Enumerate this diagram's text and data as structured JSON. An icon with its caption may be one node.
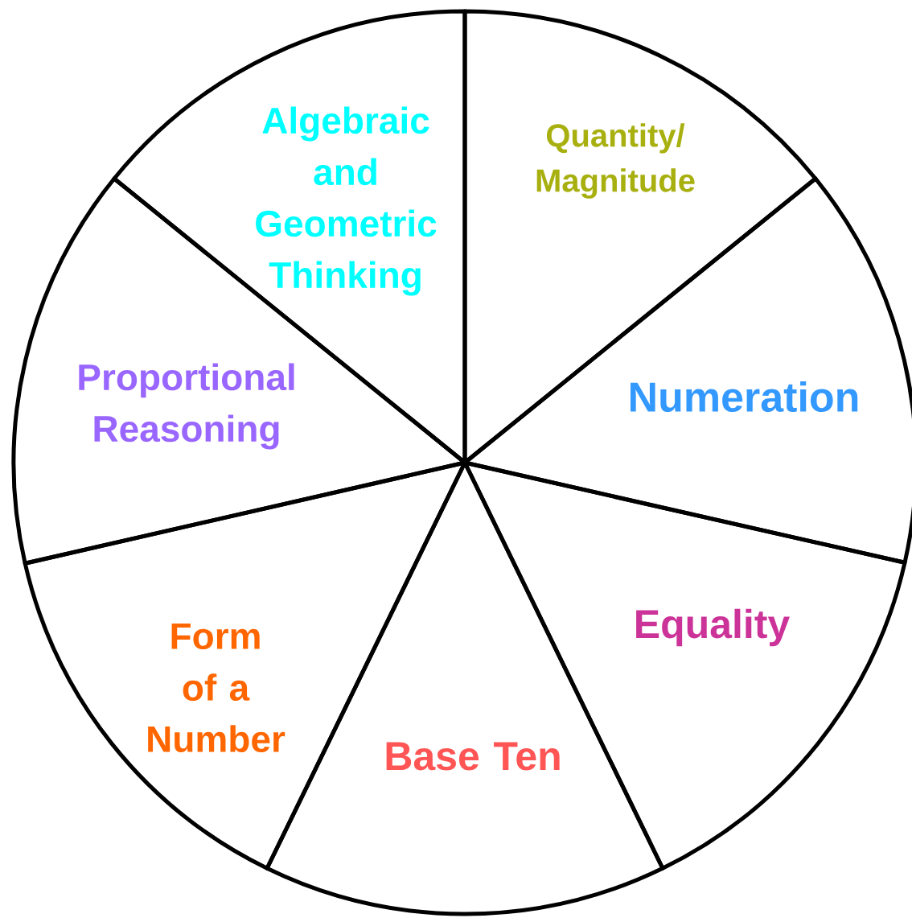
{
  "diagram": {
    "nodes": [
      {
        "text": [
          "Algebraic and Geometric Thinking"
        ]
      },
      {
        "text": [
          "Quantity/ Magnitude"
        ]
      },
      {
        "text": [
          "Numeration"
        ]
      },
      {
        "text": [
          "Proportional Reasoning"
        ]
      },
      {
        "text": [
          "Equality"
        ]
      },
      {
        "text": [
          "Form of a Number"
        ]
      },
      {
        "text": [
          "Base Ten"
        ]
      }
    ]
  }
}
